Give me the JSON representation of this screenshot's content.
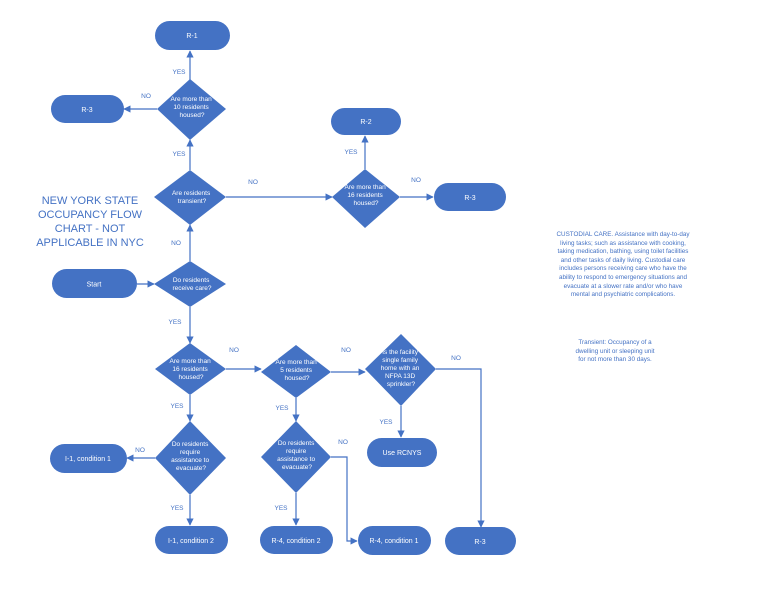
{
  "title_lines": "NEW YORK STATE\nOCCUPANCY FLOW\nCHART  - NOT\nAPPLICABLE IN NYC",
  "notes": {
    "custodial": "CUSTODIAL CARE. Assistance with day-to-day\nliving tasks; such as assistance with cooking,\ntaking medication, bathing, using toilet facilities\nand other tasks of daily living. Custodial care\nincludes persons receiving care who have the\nability to respond to emergency situations and\nevacuate at a slower rate and/or who have\nmental and psychiatric complications.",
    "transient": "Transient: Occupancy of a\ndwelling unit or sleeping unit\nfor not more than 30 days."
  },
  "terminals": {
    "start": "Start",
    "r1": "R-1",
    "r3_top": "R-3",
    "r2": "R-2",
    "r3_mid": "R-3",
    "i1_c1": "I-1, condition 1",
    "use_rcnys": "Use RCNYS",
    "i1_c2": "I-1, condition 2",
    "r4_c2": "R-4, condition 2",
    "r4_c1": "R-4, condition 1",
    "r3_bottom": "R-3"
  },
  "decisions": {
    "receive_care": [
      "Do residents",
      "receive care?"
    ],
    "transient": [
      "Are residents",
      "transient?"
    ],
    "more_10": [
      "Are more than",
      "10 residents",
      "housed?"
    ],
    "more_16_top": [
      "Are more than",
      "16 residents",
      "housed?"
    ],
    "more_16": [
      "Are more than",
      "16 residents",
      "housed?"
    ],
    "more_5": [
      "Are more than",
      "5 residents",
      "housed?"
    ],
    "single_family": [
      "Is the facility",
      "single family",
      "home with an",
      "NFPA 13D",
      "sprinkler?"
    ],
    "assist_left": [
      "Do residents",
      "require",
      "assistance to",
      "evacuate?"
    ],
    "assist_mid": [
      "Do residents",
      "require",
      "assistance to",
      "evacuate?"
    ]
  },
  "edge_labels": {
    "yes": "YES",
    "no": "NO"
  },
  "colors": {
    "shape_fill": "#4472C4",
    "shape_text": "#ffffff",
    "line": "#4472C4",
    "label_text": "#4472C4"
  }
}
